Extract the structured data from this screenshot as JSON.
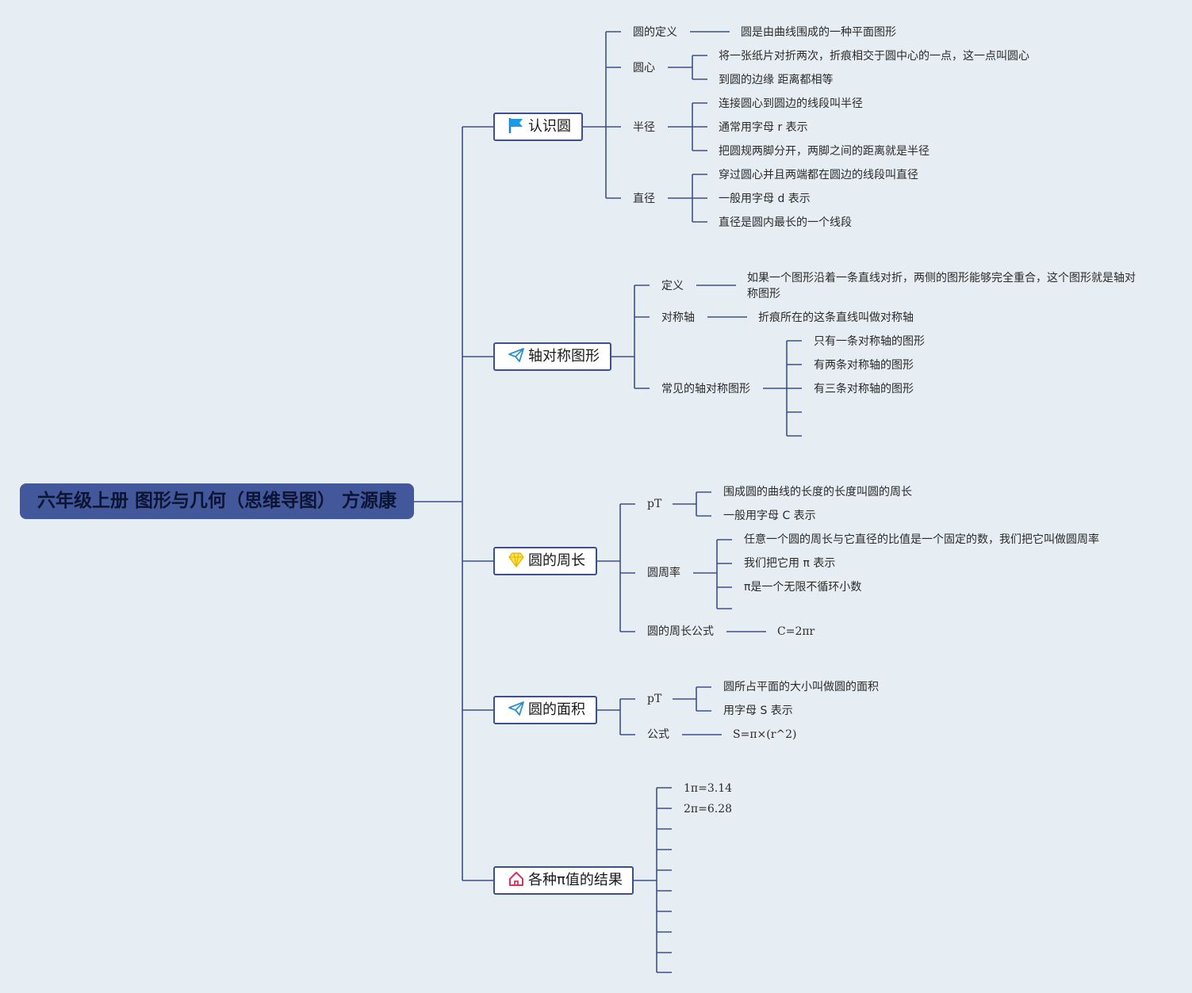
{
  "title": "六年级上册 图形与几何（思维导图） 方源康",
  "colors": {
    "background": "#e7eef3",
    "line": "#3c4f8f",
    "root": "#43579b"
  },
  "topics": [
    {
      "label": "认识圆",
      "icon": "flag-icon",
      "children": [
        {
          "label": "圆的定义",
          "items": [
            "圆是由曲线围成的一种平面图形"
          ]
        },
        {
          "label": "圆心",
          "items": [
            "将一张纸片对折两次，折痕相交于圆中心的一点，这一点叫圆心",
            "到圆的边缘 距离都相等"
          ]
        },
        {
          "label": "半径",
          "items": [
            "连接圆心到圆边的线段叫半径",
            "通常用字母 r 表示",
            "把圆规两脚分开，两脚之间的距离就是半径"
          ]
        },
        {
          "label": "直径",
          "items": [
            "穿过圆心并且两端都在圆边的线段叫直径",
            "一般用字母 d 表示",
            "直径是圆内最长的一个线段"
          ]
        }
      ]
    },
    {
      "label": "轴对称图形",
      "icon": "paper-plane-icon",
      "children": [
        {
          "label": "定义",
          "items": [
            "如果一个图形沿着一条直线对折，两侧的图形能够完全重合，这个图形就是轴对称图形"
          ]
        },
        {
          "label": "对称轴",
          "items": [
            "折痕所在的这条直线叫做对称轴"
          ]
        },
        {
          "label": "常见的轴对称图形",
          "items": [
            "只有一条对称轴的图形",
            "有两条对称轴的图形",
            "有三条对称轴的图形",
            "",
            ""
          ]
        }
      ]
    },
    {
      "label": "圆的周长",
      "icon": "diamond-icon",
      "children": [
        {
          "label": "pT",
          "items": [
            "围成圆的曲线的长度的长度叫圆的周长",
            "一般用字母 C 表示"
          ]
        },
        {
          "label": "圆周率",
          "items": [
            "任意一个圆的周长与它直径的比值是一个固定的数，我们把它叫做圆周率",
            "我们把它用 π 表示",
            "π是一个无限不循环小数",
            ""
          ]
        },
        {
          "label": "圆的周长公式",
          "items": [
            "C=2πr"
          ]
        }
      ]
    },
    {
      "label": "圆的面积",
      "icon": "paper-plane-icon",
      "children": [
        {
          "label": "pT",
          "items": [
            "圆所占平面的大小叫做圆的面积",
            "用字母 S 表示"
          ]
        },
        {
          "label": "公式",
          "items": [
            "S=π×(r^2)"
          ]
        }
      ]
    },
    {
      "label": "各种π值的结果",
      "icon": "house-icon",
      "items": [
        "1π=3.14",
        "2π=6.28",
        "",
        "",
        "",
        "",
        "",
        "",
        "",
        ""
      ]
    }
  ]
}
